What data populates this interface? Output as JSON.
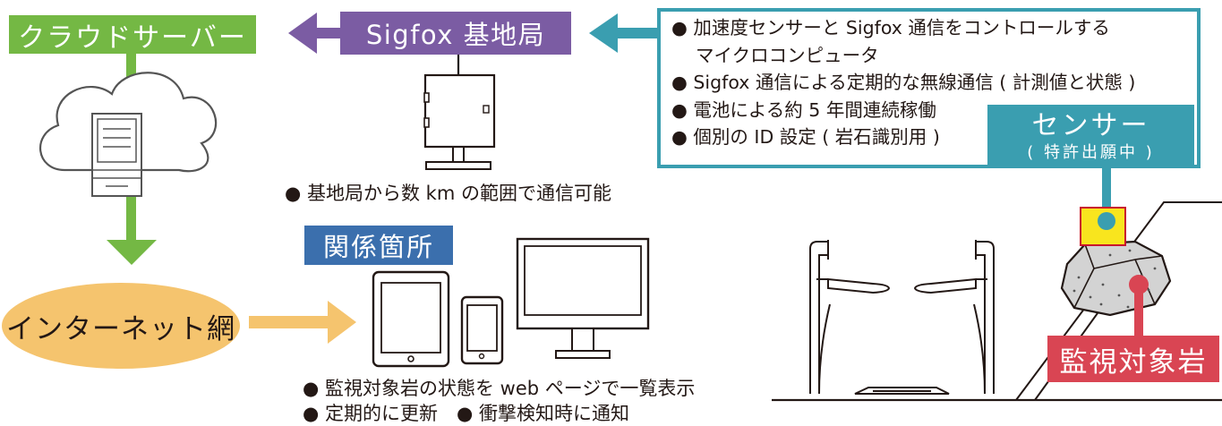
{
  "colors": {
    "green": "#74b844",
    "purple": "#7b5ca3",
    "teal": "#3a9eb0",
    "navy": "#3b6fad",
    "orange": "#f5c46e",
    "red": "#d94553",
    "yellow": "#f8e51e",
    "line": "#231815",
    "cloud_stroke": "#555555"
  },
  "labels": {
    "cloud_server": "クラウドサーバー",
    "base_station": "Sigfox 基地局",
    "stakeholders": "関係箇所",
    "internet": "インターネット網",
    "sensor_title": "センサー",
    "sensor_patent": "( 特許出願中 )",
    "monitored_rock": "監視対象岩"
  },
  "sensor_features": [
    "● 加速度センサーと Sigfox 通信をコントロールする",
    "　 マイクロコンピュータ",
    "● Sigfox 通信による定期的な無線通信 ( 計測値と状態 )",
    "● 電池による約 5 年間連続稼働",
    "● 個別の ID 設定 ( 岩石識別用 )"
  ],
  "notes": {
    "base_station_range": "● 基地局から数 km の範囲で通信可能",
    "web_display": "● 監視対象岩の状態を web ページで一覧表示",
    "periodic_update": "● 定期的に更新　● 衝撃検知時に通知"
  },
  "icons": {
    "cloud": "cloud-server-icon",
    "base_station": "base-station-icon",
    "tablet": "tablet-icon",
    "smartphone": "smartphone-icon",
    "monitor": "monitor-icon",
    "rock": "rock-icon",
    "sensor": "sensor-device-icon",
    "protection_fence": "rockfall-fence-icon"
  }
}
